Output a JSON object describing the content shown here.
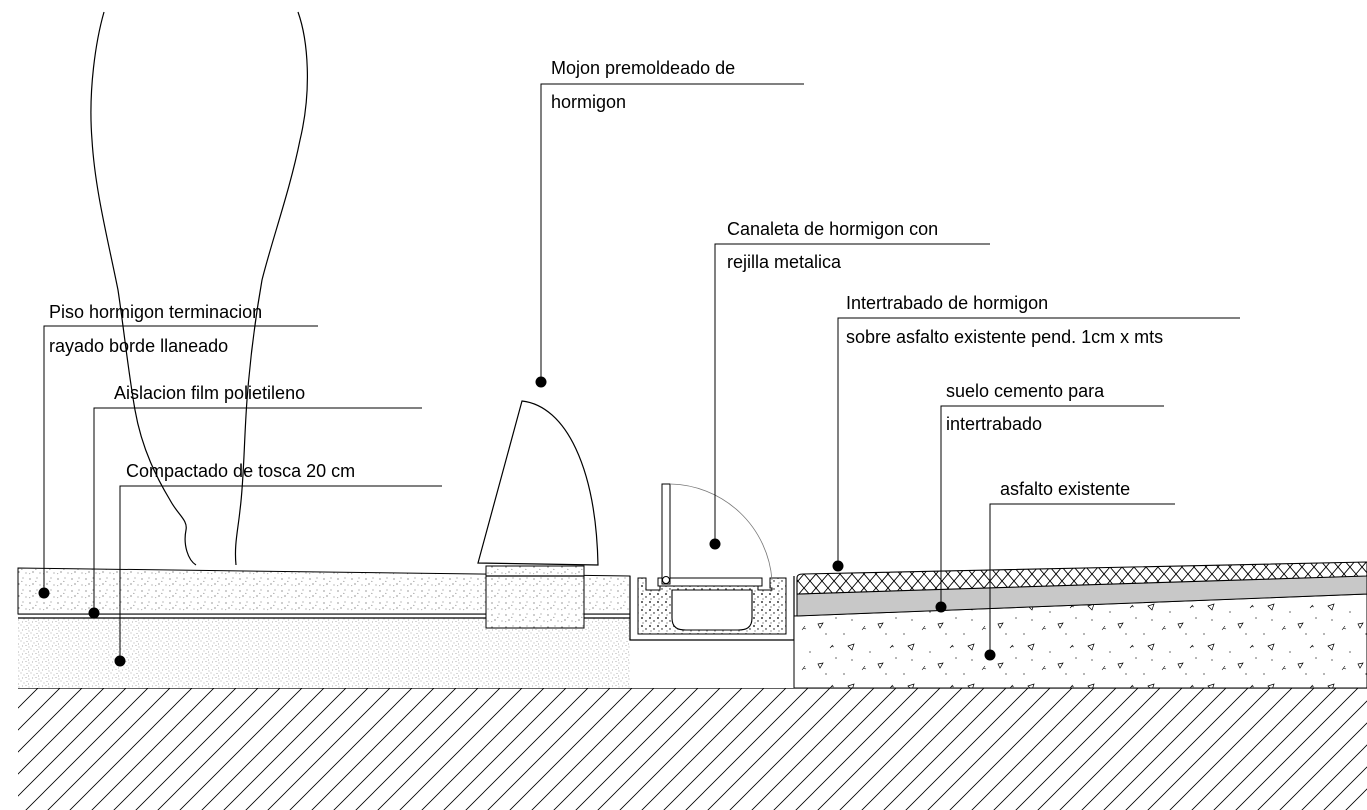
{
  "labels": {
    "piso_line1": "Piso hormigon terminacion",
    "piso_line2": "rayado borde llaneado",
    "aislacion": "Aislacion film polietileno",
    "compactado": "Compactado de tosca 20 cm",
    "mojon_line1": "Mojon premoldeado de",
    "mojon_line2": "hormigon",
    "canaleta_line1": "Canaleta de hormigon con",
    "canaleta_line2": "rejilla metalica",
    "intertrabado_line1": "Intertrabado de hormigon",
    "intertrabado_line2": "sobre asfalto existente pend. 1cm x mts",
    "suelo_line1": "suelo cemento para",
    "suelo_line2": "intertrabado",
    "asfalto": "asfalto existente"
  },
  "colors": {
    "line": "#000000",
    "suelo_cemento_fill": "#c8c8c8",
    "concrete_fill": "#f2f2f2"
  }
}
